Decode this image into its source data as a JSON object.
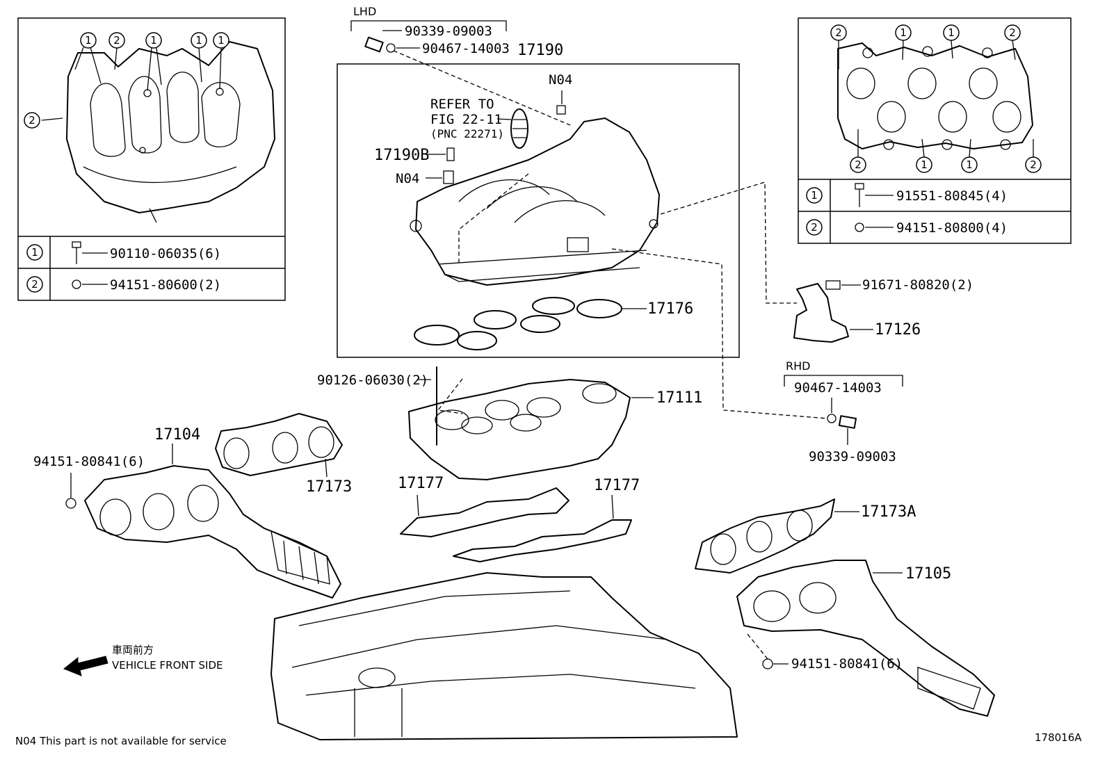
{
  "lhd_label": "LHD",
  "rhd_label": "RHD",
  "parts": {
    "p90339_lhd": "90339-09003",
    "p90467_lhd": "90467-14003",
    "p17190": "17190",
    "p_n04_top": "N04",
    "p_refer1": "REFER TO",
    "p_refer2": "FIG 22-11",
    "p_refer3": "(PNC 22271)",
    "p17190b": "17190B",
    "p_n04_mid": "N04",
    "p17176": "17176",
    "p90126": "90126-06030(2)",
    "p17111": "17111",
    "p17104": "17104",
    "p94151_left": "94151-80841(6)",
    "p17173": "17173",
    "p17177_a": "17177",
    "p17177_b": "17177",
    "p91671": "91671-80820(2)",
    "p17126": "17126",
    "p90467_rhd": "90467-14003",
    "p90339_rhd": "90339-09003",
    "p17173a": "17173A",
    "p17105": "17105",
    "p94151_right": "94151-80841(6)"
  },
  "left_legend": {
    "row1_key": "1",
    "row1_part": "90110-06035(6)",
    "row2_key": "2",
    "row2_part": "94151-80600(2)"
  },
  "right_legend": {
    "row1_key": "1",
    "row1_part": "91551-80845(4)",
    "row2_key": "2",
    "row2_part": "94151-80800(4)"
  },
  "callouts": {
    "one": "1",
    "two": "2"
  },
  "front_jp": "車両前方",
  "front_en": "VEHICLE FRONT SIDE",
  "footnote": "N04 This part is not available for service",
  "figure_id": "178016A"
}
